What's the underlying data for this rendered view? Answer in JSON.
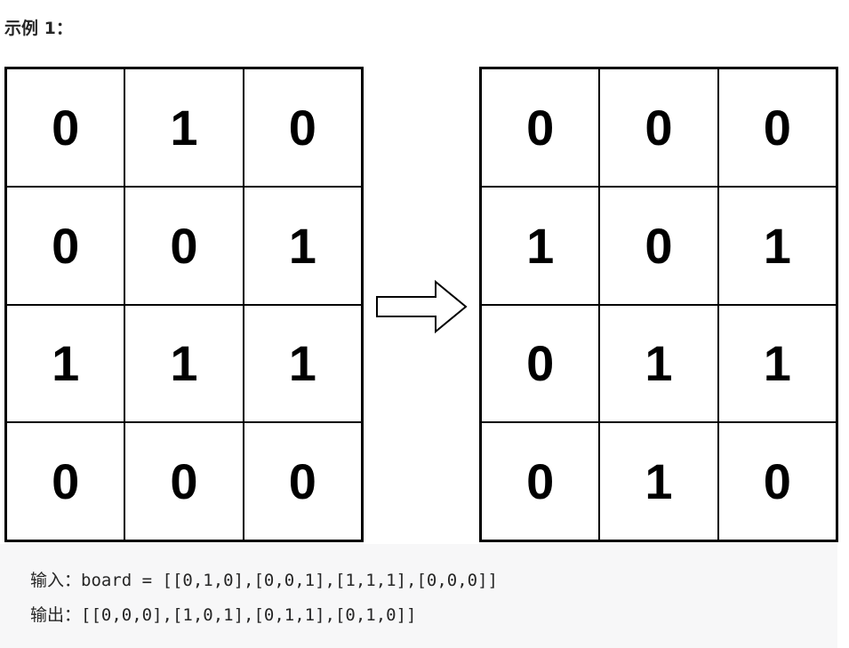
{
  "heading": "示例 1：",
  "input_board": [
    [
      "0",
      "1",
      "0"
    ],
    [
      "0",
      "0",
      "1"
    ],
    [
      "1",
      "1",
      "1"
    ],
    [
      "0",
      "0",
      "0"
    ]
  ],
  "output_board": [
    [
      "0",
      "0",
      "0"
    ],
    [
      "1",
      "0",
      "1"
    ],
    [
      "0",
      "1",
      "1"
    ],
    [
      "0",
      "1",
      "0"
    ]
  ],
  "arrow_icon": "right-arrow-icon",
  "code": {
    "input_line": "输入：board = [[0,1,0],[0,0,1],[1,1,1],[0,0,0]]",
    "output_line": "输出：[[0,0,0],[1,0,1],[0,1,1],[0,1,0]]"
  },
  "colors": {
    "grid_border": "#000000",
    "code_background": "#f7f7f8",
    "text": "#262626"
  }
}
